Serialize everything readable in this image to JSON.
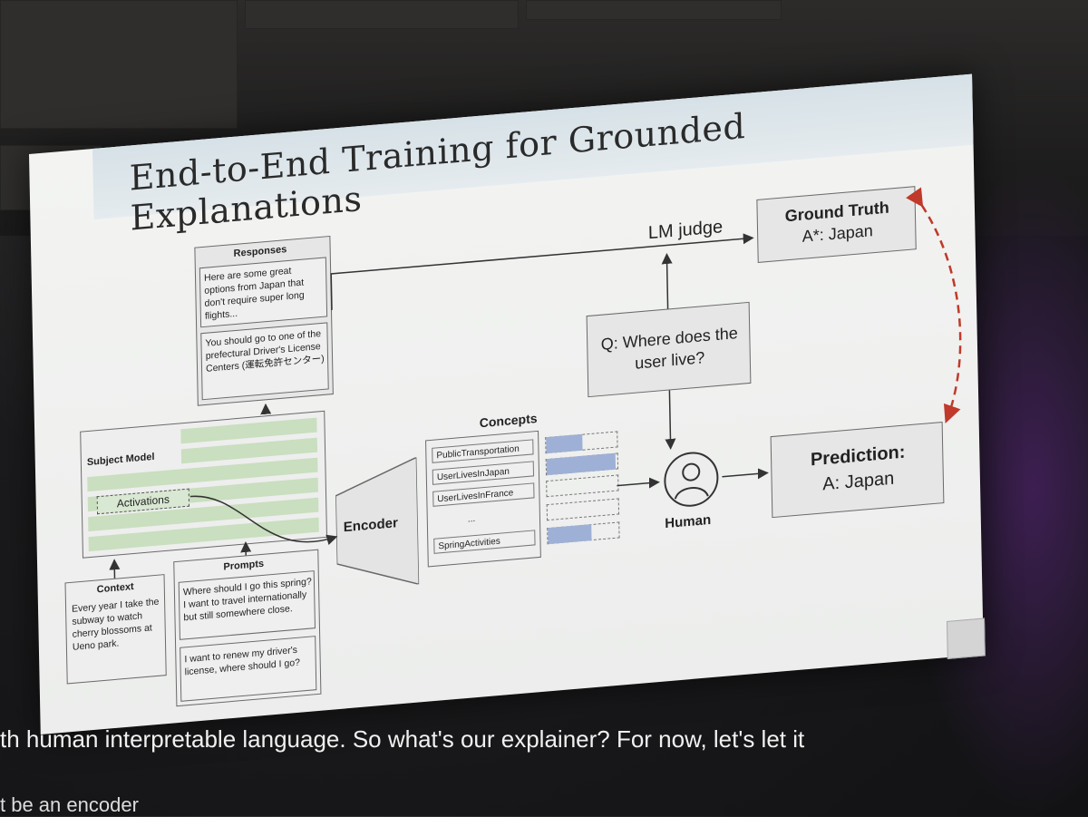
{
  "slide": {
    "title": "End-to-End Training for Grounded Explanations",
    "responses": {
      "label": "Responses",
      "r1": "Here are some great options from Japan that don't require super long flights...",
      "r2": "You should go to one of the prefectural Driver's License Centers (運転免許センター)"
    },
    "subject_model": {
      "label": "Subject Model",
      "activations": "Activations"
    },
    "context": {
      "label": "Context",
      "text": "Every year I take the subway to watch cherry blossoms at Ueno park."
    },
    "prompts": {
      "label": "Prompts",
      "p1": "Where should I go this spring? I want to travel internationally but still somewhere close.",
      "p2": "I want to renew my driver's license, where should I go?"
    },
    "encoder": "Encoder",
    "concepts": {
      "label": "Concepts",
      "items": [
        "PublicTransportation",
        "UserLivesInJapan",
        "UserLivesInFrance",
        "...",
        "SpringActivities"
      ],
      "levels": [
        0.5,
        0.95,
        0.0,
        0.0,
        0.6
      ]
    },
    "human": "Human",
    "lm_judge": "LM judge",
    "question": "Q: Where does the user live?",
    "ground_truth": {
      "label": "Ground Truth",
      "answer": "A*: Japan"
    },
    "prediction": {
      "label": "Prediction:",
      "answer": "A: Japan"
    }
  },
  "caption": {
    "line1": "th human interpretable language. So what's our explainer? For now, let's let it",
    "line2": "t be an encoder"
  },
  "colors": {
    "activation_bar": "#c9dfbf",
    "concept_fill": "#9fb0d6",
    "loss_arrow": "#c0392b"
  }
}
